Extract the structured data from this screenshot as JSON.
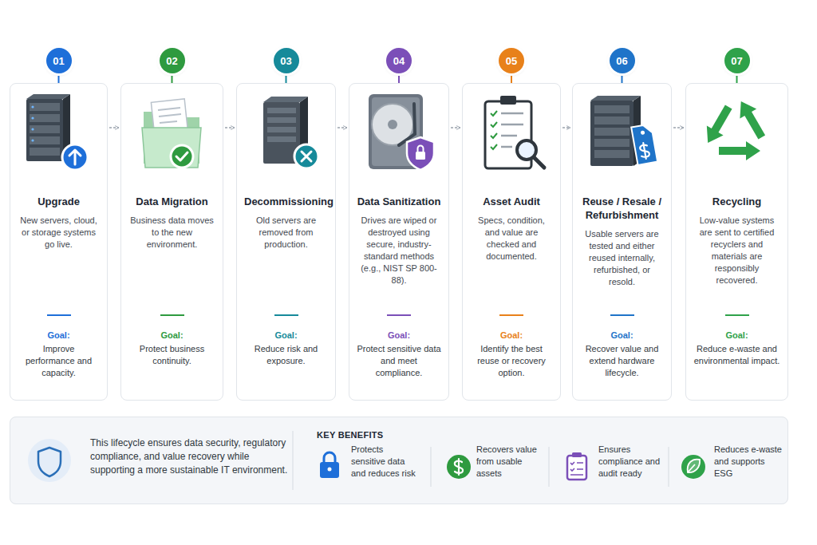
{
  "diagram": {
    "nodes": [
      {
        "text": [
          "01"
        ]
      },
      {
        "text": [
          "Upgrade",
          "New servers, cloud, or storage systems go live.",
          "Goal:",
          "Improve performance and capacity."
        ]
      },
      {
        "text": [
          "02"
        ]
      },
      {
        "text": [
          "Data Migration",
          "Business data moves to the new environment.",
          "Goal:",
          "Protect business continuity."
        ]
      },
      {
        "text": [
          "03"
        ]
      },
      {
        "text": [
          "Decommissioning",
          "Old servers are removed from production.",
          "Goal:",
          "Reduce risk and exposure."
        ]
      },
      {
        "text": [
          "04"
        ]
      },
      {
        "text": [
          "Data Sanitization",
          "Drives are wiped or destroyed using secure, industry-standard methods (e.g., NIST SP 800-88).",
          "Goal:",
          "Protect sensitive data and meet compliance."
        ]
      },
      {
        "text": [
          "05"
        ]
      },
      {
        "text": [
          "Asset Audit",
          "Specs, condition, and value are checked and documented.",
          "Goal:",
          "Identify the best reuse or recovery option."
        ]
      },
      {
        "text": [
          "06"
        ]
      },
      {
        "text": [
          "Reuse / Resale / Refurbishment",
          "Usable servers are tested and either reused internally, refurbished, or resold.",
          "Goal:",
          "Recover value and extend hardware lifecycle."
        ]
      },
      {
        "text": [
          "07"
        ]
      },
      {
        "text": [
          "Recycling",
          "Low-value systems are sent to certified recyclers and materials are responsibly recovered.",
          "Goal:",
          "Reduce e-waste and environmental impact."
        ]
      },
      {
        "text": [
          "This lifecycle ensures data security, regulatory compliance, and value recovery while supporting a more sustainable IT environment.",
          "KEY BENEFITS"
        ]
      }
    ],
    "edges": [
      {
        "from": 0,
        "to": 1,
        "arrow": "none"
      },
      {
        "from": 2,
        "to": 3,
        "arrow": "none"
      },
      {
        "from": 4,
        "to": 5,
        "arrow": "none"
      },
      {
        "from": 6,
        "to": 7,
        "arrow": "none"
      },
      {
        "from": 8,
        "to": 9,
        "arrow": "none"
      },
      {
        "from": 10,
        "to": 11,
        "arrow": "none"
      },
      {
        "from": 12,
        "to": 13,
        "arrow": "none"
      },
      {
        "from": 1,
        "to": 3,
        "arrow": "to"
      },
      {
        "from": 3,
        "to": 5,
        "arrow": "to"
      },
      {
        "from": 5,
        "to": 7,
        "arrow": "to"
      },
      {
        "from": 7,
        "to": 9,
        "arrow": "to"
      },
      {
        "from": 9,
        "to": 11,
        "arrow": "to"
      },
      {
        "from": 11,
        "to": 13,
        "arrow": "to"
      }
    ],
    "labels": [
      "Protects sensitive data and reduces risk",
      "Recovers value from usable assets",
      "Ensures compliance and audit ready",
      "Reduces e-waste and supports ESG"
    ]
  }
}
